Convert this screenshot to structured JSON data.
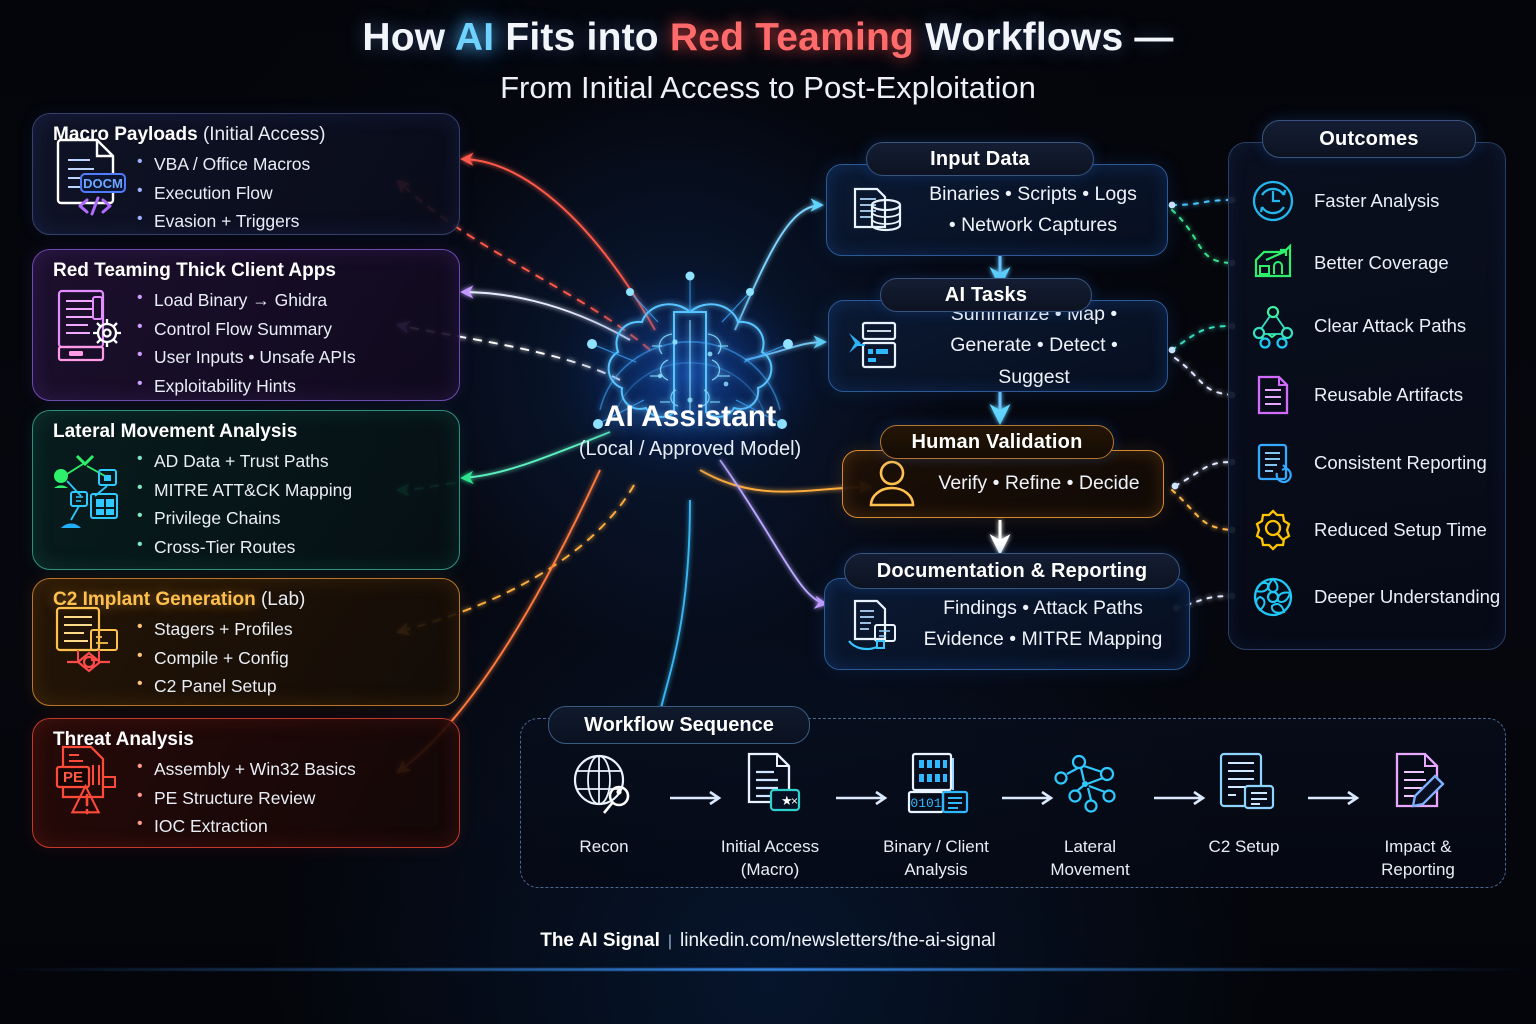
{
  "title": {
    "line1_pre": "How ",
    "line1_ai": "AI",
    "line1_mid": " Fits into ",
    "line1_red": "Red Teaming",
    "line1_post": " Workflows —",
    "line2": "From Initial Access to Post-Exploitation"
  },
  "hub": {
    "name": "AI Assistant",
    "subtitle": "(Local / Approved Model)",
    "icon": "brain-icon"
  },
  "left_cards": [
    {
      "id": "macro-payloads",
      "title": "Macro Payloads",
      "title_suffix": "(Initial Access)",
      "icon": "docm-file-icon",
      "accent": "#9fb2ff",
      "items": [
        "VBA / Office Macros",
        "Execution Flow",
        "Evasion + Triggers"
      ]
    },
    {
      "id": "thick-client",
      "title": "Red Teaming Thick Client Apps",
      "title_suffix": "",
      "icon": "binary-gear-icon",
      "accent": "#cf9dff",
      "items": [
        "Load Binary → Ghidra",
        "Control Flow Summary",
        "User Inputs   •  Unsafe APIs",
        "Exploitability Hints"
      ]
    },
    {
      "id": "lateral-movement",
      "title": "Lateral Movement Analysis",
      "title_suffix": "",
      "icon": "network-graph-icon",
      "accent": "#7fe8c4",
      "items": [
        "AD Data + Trust Paths",
        "MITRE ATT&CK Mapping",
        "Privilege Chains",
        "Cross-Tier Routes"
      ]
    },
    {
      "id": "c2-implant",
      "title": "C2 Implant Generation",
      "title_suffix": "(Lab)",
      "icon": "implant-terminal-icon",
      "accent": "#ffc47a",
      "items": [
        "Stagers  +  Profiles",
        "Compile  +  Config",
        "C2 Panel Setup"
      ]
    },
    {
      "id": "threat-analysis",
      "title": "Threat Analysis",
      "title_suffix": "",
      "icon": "pe-warning-icon",
      "accent": "#ff9a8a",
      "items": [
        "Assembly + Win32 Basics",
        "PE Structure Review",
        "IOC Extraction"
      ]
    }
  ],
  "pipeline": [
    {
      "id": "input-data",
      "chip": "Input Data",
      "icon": "documents-database-icon",
      "lines": [
        "Binaries  •  Scripts  •  Logs",
        "•  Network Captures"
      ],
      "accent": "#2b5a96"
    },
    {
      "id": "ai-tasks",
      "chip": "AI Tasks",
      "icon": "ai-processor-icon",
      "lines": [
        "Summarize  •  Map  •",
        "Generate  •  Detect • Suggest"
      ],
      "accent": "#2b5a96"
    },
    {
      "id": "human-validation",
      "chip": "Human Validation",
      "icon": "person-icon",
      "lines": [
        "Verify  •  Refine  •  Decide"
      ],
      "accent": "#d88a30"
    },
    {
      "id": "documentation-reporting",
      "chip": "Documentation & Reporting",
      "icon": "report-hand-icon",
      "lines": [
        "Findings  •  Attack Paths",
        "Evidence  •  MITRE Mapping"
      ],
      "accent": "#2b5a96"
    }
  ],
  "outcomes": {
    "heading": "Outcomes",
    "items": [
      {
        "label": "Faster Analysis",
        "icon": "clock-refresh-icon",
        "color": "#24b6ef"
      },
      {
        "label": "Better Coverage",
        "icon": "chart-growth-icon",
        "color": "#2ff06a"
      },
      {
        "label": "Clear Attack Paths",
        "icon": "attack-path-icon",
        "color": "#36e0c0"
      },
      {
        "label": "Reusable Artifacts",
        "icon": "document-lines-icon",
        "color": "#d46bff"
      },
      {
        "label": "Consistent Reporting",
        "icon": "document-sync-icon",
        "color": "#35a8ff"
      },
      {
        "label": "Reduced Setup Time",
        "icon": "gear-search-icon",
        "color": "#ffc400"
      },
      {
        "label": "Deeper Understanding",
        "icon": "neural-wheel-icon",
        "color": "#1fc8f5"
      }
    ]
  },
  "workflow": {
    "heading": "Workflow Sequence",
    "steps": [
      {
        "label": "Recon",
        "label2": "",
        "icon": "globe-search-icon"
      },
      {
        "label": "Initial Access",
        "label2": "(Macro)",
        "icon": "macro-doc-icon"
      },
      {
        "label": "Binary / Client",
        "label2": "Analysis",
        "icon": "binary-panel-icon"
      },
      {
        "label": "Lateral",
        "label2": "Movement",
        "icon": "node-graph-icon"
      },
      {
        "label": "C2 Setup",
        "label2": "",
        "icon": "c2-panel-icon"
      },
      {
        "label": "Impact &",
        "label2": "Reporting",
        "icon": "report-pencil-icon"
      }
    ],
    "arrow_icon": "arrow-right-icon"
  },
  "footer": {
    "brand": "The AI Signal",
    "separator": "|",
    "link": "linkedin.com/newsletters/the-ai-signal"
  },
  "colors": {
    "background": "#05060b",
    "accent_blue": "#6fd2ff",
    "accent_red": "#ff6b6b",
    "accent_amber": "#ffc14d"
  }
}
